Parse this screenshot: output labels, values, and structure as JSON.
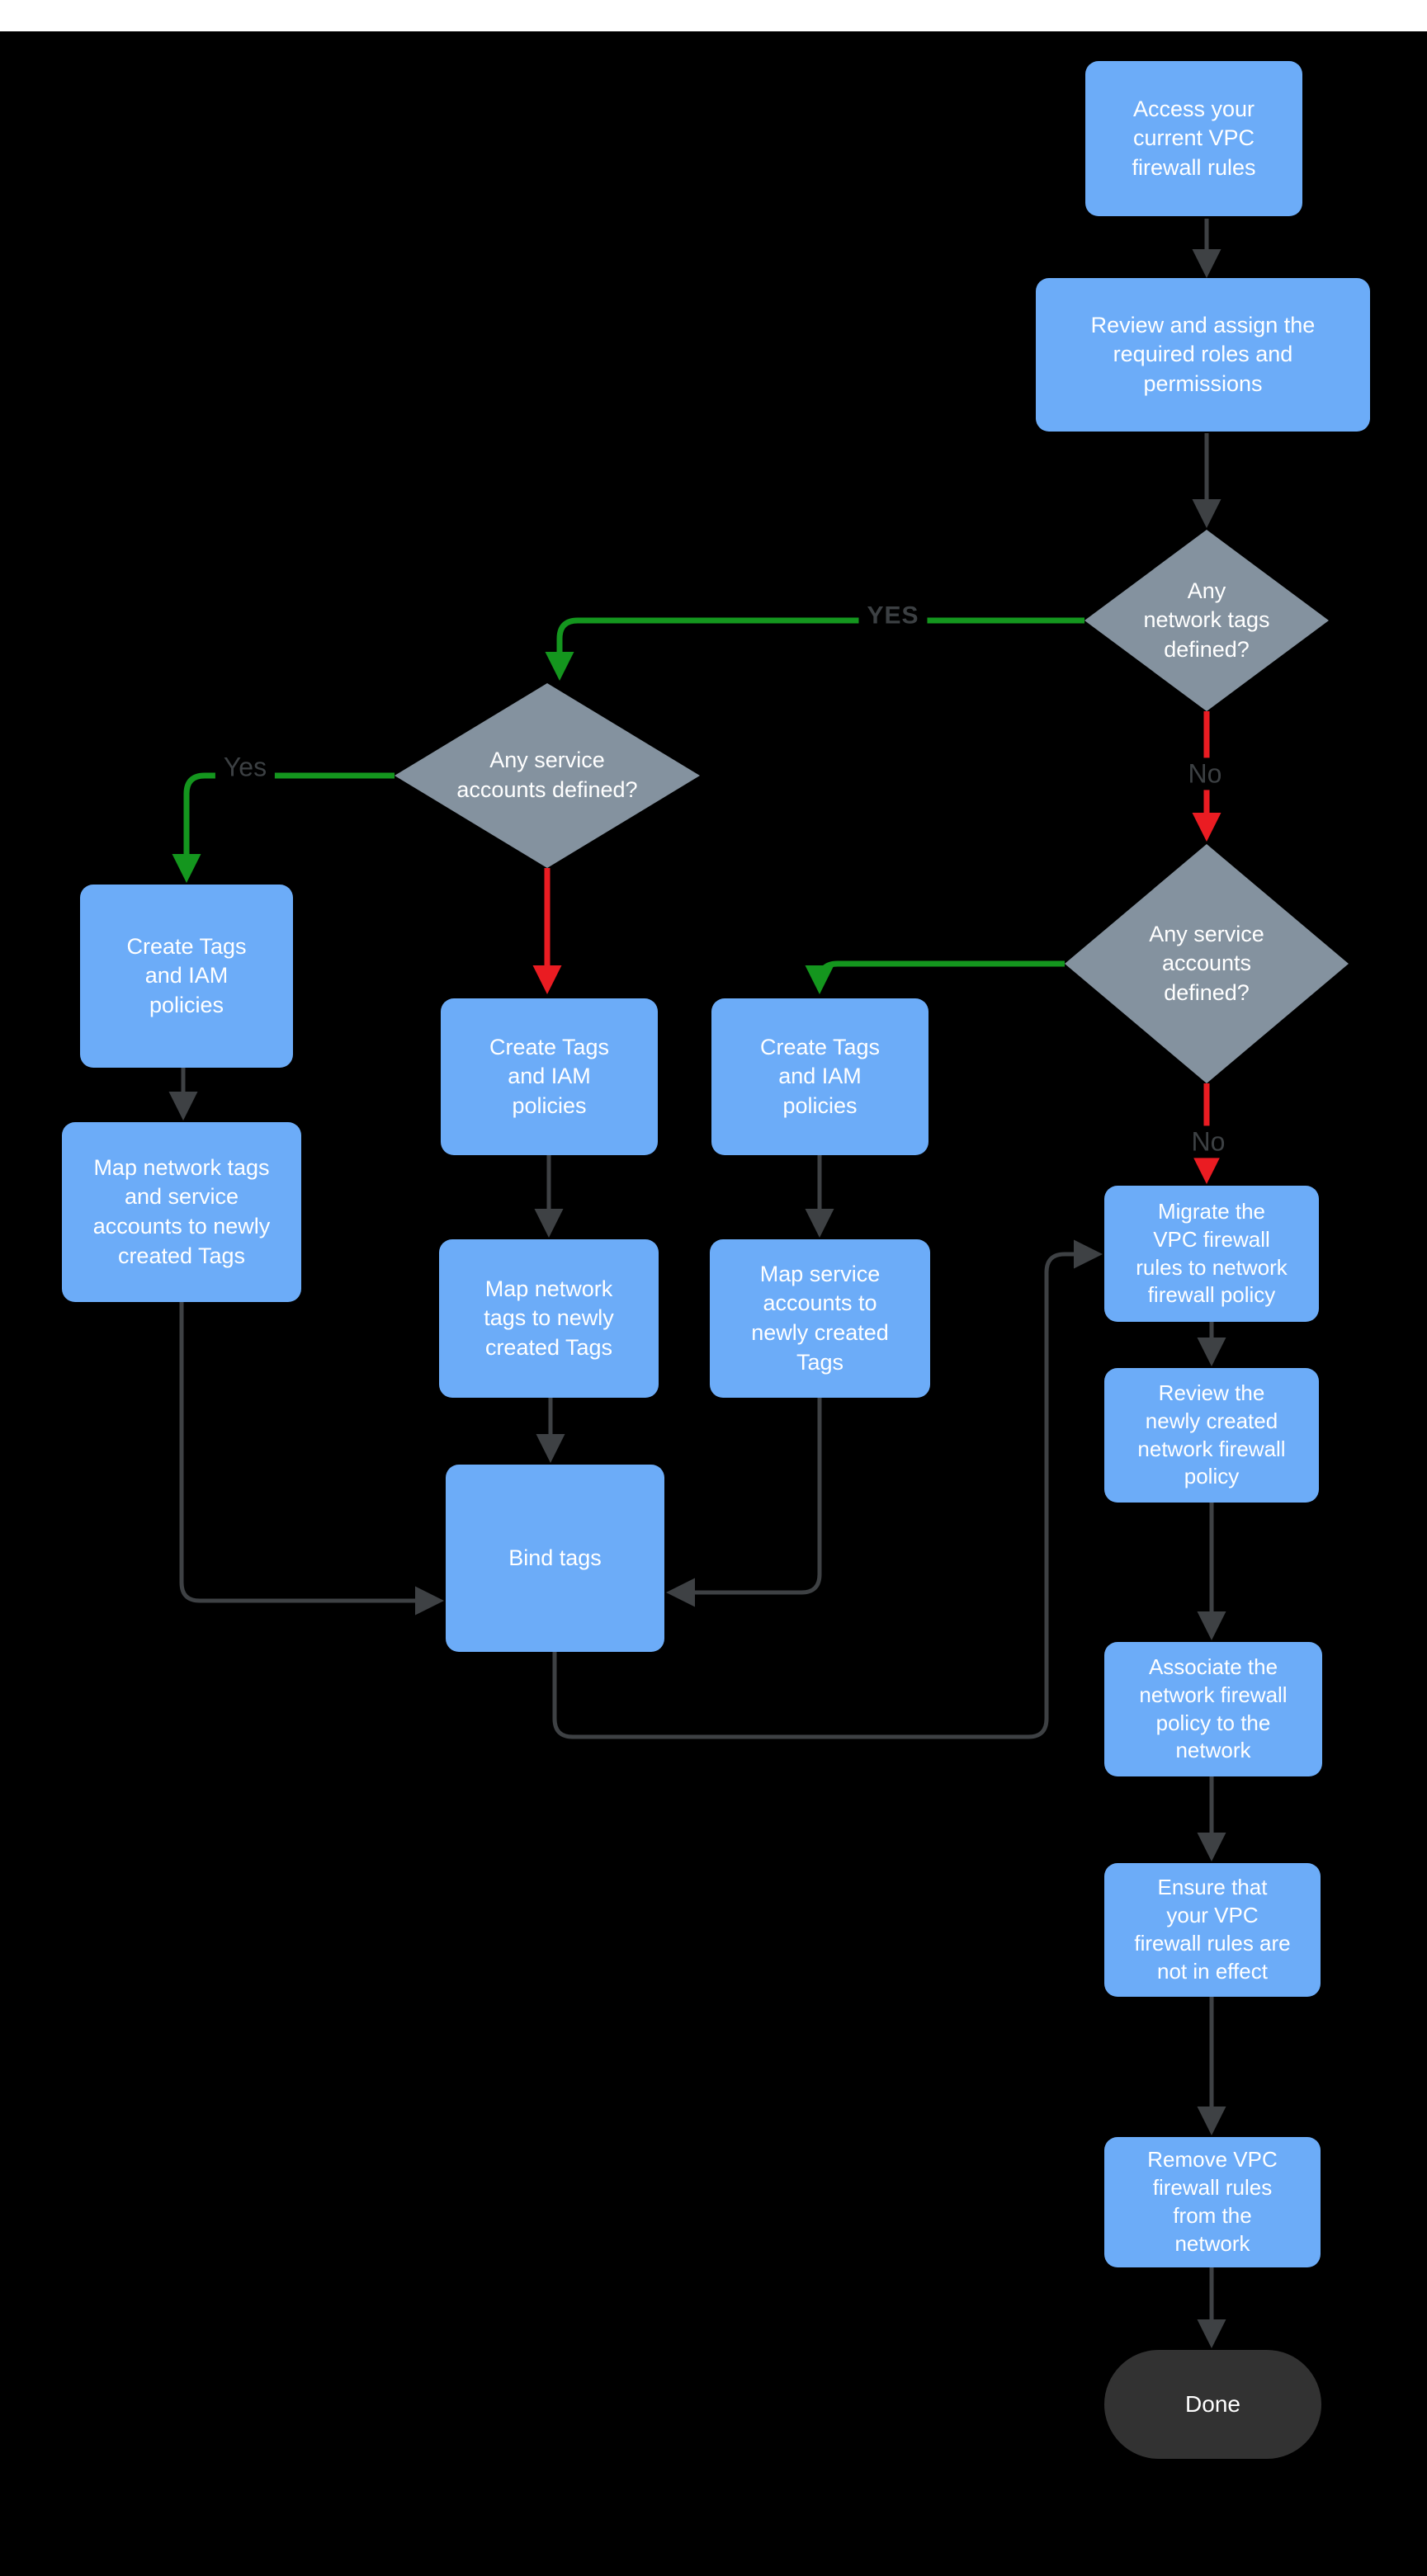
{
  "colors": {
    "canvas": "#000000",
    "top_bar": "#ffffff",
    "process_fill": "#6CACF8",
    "decision_fill": "#84929F",
    "terminator_fill": "#323232",
    "node_text": "#ffffff",
    "connector": "#3E4144",
    "yes_branch": "#14961E",
    "no_branch": "#EA1C22",
    "edge_label_text": "#3C4043"
  },
  "flowchart": {
    "nodes": {
      "access": {
        "type": "process",
        "label": "Access your\ncurrent VPC\nfirewall rules"
      },
      "review_roles": {
        "type": "process",
        "label": "Review and assign the\nrequired roles and\npermissions"
      },
      "network_tags_decision": {
        "type": "decision",
        "label": "Any\nnetwork tags\ndefined?"
      },
      "service_accounts_decision_left": {
        "type": "decision",
        "label": "Any service\naccounts defined?"
      },
      "service_accounts_decision_right": {
        "type": "decision",
        "label": "Any service\naccounts\ndefined?"
      },
      "create_tags_left": {
        "type": "process",
        "label": "Create Tags\nand IAM\npolicies"
      },
      "create_tags_middle": {
        "type": "process",
        "label": "Create Tags\nand IAM\npolicies"
      },
      "create_tags_right": {
        "type": "process",
        "label": "Create Tags\nand IAM\npolicies"
      },
      "map_network_service_tags": {
        "type": "process",
        "label": "Map network tags\nand service\naccounts to newly\ncreated Tags"
      },
      "map_network_tags": {
        "type": "process",
        "label": "Map network\ntags to newly\ncreated Tags"
      },
      "map_service_accounts": {
        "type": "process",
        "label": "Map service\naccounts  to\nnewly created\nTags"
      },
      "bind_tags": {
        "type": "process",
        "label": "Bind tags"
      },
      "migrate_rules": {
        "type": "process",
        "label": "Migrate the\nVPC firewall\nrules to network\nfirewall policy"
      },
      "review_policy": {
        "type": "process",
        "label": "Review the\nnewly created\nnetwork firewall\npolicy"
      },
      "associate_policy": {
        "type": "process",
        "label": "Associate the\nnetwork firewall\npolicy to the\nnetwork"
      },
      "ensure_rules": {
        "type": "process",
        "label": "Ensure that\nyour VPC\nfirewall rules are\nnot in effect"
      },
      "remove_rules": {
        "type": "process",
        "label": "Remove  VPC\nfirewall rules\nfrom the\nnetwork"
      },
      "done": {
        "type": "terminator",
        "label": "Done"
      }
    },
    "edge_labels": {
      "yes_upper": "YES",
      "yes_left": "Yes",
      "no_network_tags": "No",
      "no_service_accounts": "No"
    },
    "edges": [
      {
        "from": "access",
        "to": "review_roles",
        "color": "dark"
      },
      {
        "from": "review_roles",
        "to": "network_tags_decision",
        "color": "dark"
      },
      {
        "from": "network_tags_decision",
        "to": "service_accounts_decision_left",
        "label": "YES",
        "color": "green"
      },
      {
        "from": "network_tags_decision",
        "to": "service_accounts_decision_right",
        "label": "No",
        "color": "red"
      },
      {
        "from": "service_accounts_decision_left",
        "to": "create_tags_left",
        "label": "Yes",
        "color": "green"
      },
      {
        "from": "service_accounts_decision_left",
        "to": "create_tags_middle",
        "color": "red"
      },
      {
        "from": "service_accounts_decision_right",
        "to": "create_tags_right",
        "color": "green"
      },
      {
        "from": "service_accounts_decision_right",
        "to": "migrate_rules",
        "label": "No",
        "color": "red"
      },
      {
        "from": "create_tags_left",
        "to": "map_network_service_tags",
        "color": "dark"
      },
      {
        "from": "create_tags_middle",
        "to": "map_network_tags",
        "color": "dark"
      },
      {
        "from": "create_tags_right",
        "to": "map_service_accounts",
        "color": "dark"
      },
      {
        "from": "map_network_service_tags",
        "to": "bind_tags",
        "color": "dark"
      },
      {
        "from": "map_network_tags",
        "to": "bind_tags",
        "color": "dark"
      },
      {
        "from": "map_service_accounts",
        "to": "bind_tags",
        "color": "dark"
      },
      {
        "from": "bind_tags",
        "to": "migrate_rules",
        "color": "dark"
      },
      {
        "from": "migrate_rules",
        "to": "review_policy",
        "color": "dark"
      },
      {
        "from": "review_policy",
        "to": "associate_policy",
        "color": "dark"
      },
      {
        "from": "associate_policy",
        "to": "ensure_rules",
        "color": "dark"
      },
      {
        "from": "ensure_rules",
        "to": "remove_rules",
        "color": "dark"
      },
      {
        "from": "remove_rules",
        "to": "done",
        "color": "dark"
      }
    ]
  }
}
